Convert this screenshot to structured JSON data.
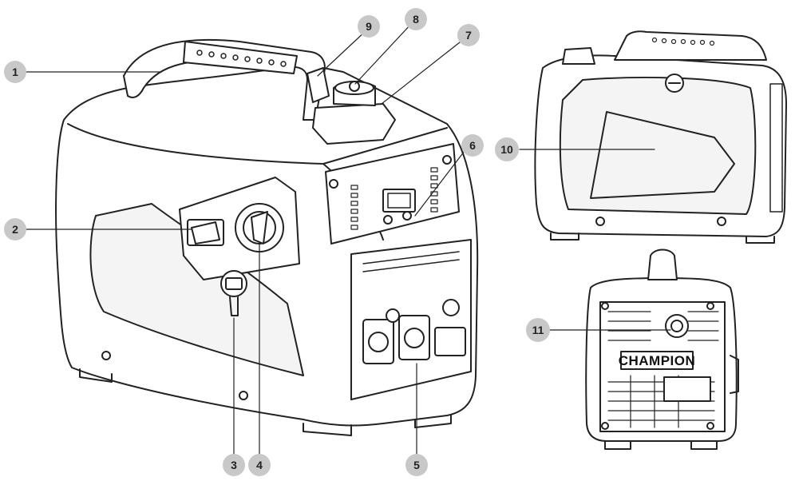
{
  "colors": {
    "outline": "#222222",
    "body_fill": "#ffffff",
    "badge_fill": "#c8c8c8",
    "badge_text": "#222222",
    "shade": "#ececec"
  },
  "brand": "CHAMPION",
  "callouts": [
    "1",
    "2",
    "3",
    "4",
    "5",
    "6",
    "7",
    "8",
    "9",
    "10",
    "11"
  ]
}
